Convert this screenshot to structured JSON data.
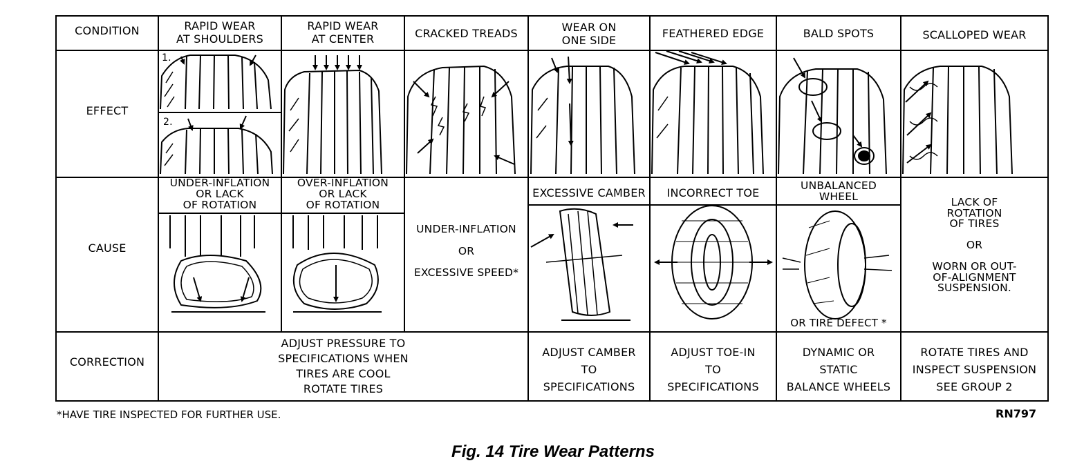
{
  "row_labels": {
    "condition": "CONDITION",
    "effect": "EFFECT",
    "cause": "CAUSE",
    "correction": "CORRECTION"
  },
  "conditions": [
    {
      "id": "shoulders",
      "label": "RAPID WEAR\nAT  SHOULDERS"
    },
    {
      "id": "center",
      "label": "RAPID WEAR\nAT CENTER"
    },
    {
      "id": "cracked",
      "label": "CRACKED TREADS"
    },
    {
      "id": "one_side",
      "label": "WEAR ON\nONE SIDE"
    },
    {
      "id": "feathered",
      "label": "FEATHERED EDGE"
    },
    {
      "id": "bald",
      "label": "BALD SPOTS"
    },
    {
      "id": "scalloped",
      "label": "SCALLOPED   WEAR"
    }
  ],
  "effect_markers": [
    "1.",
    "2."
  ],
  "causes": [
    {
      "id": "under_inflation",
      "label": "UNDER-INFLATION\nOR LACK\nOF ROTATION"
    },
    {
      "id": "over_inflation",
      "label": "OVER-INFLATION\nOR LACK\nOF ROTATION"
    },
    {
      "id": "cracked",
      "label": "UNDER-INFLATION\n\nOR\n\nEXCESSIVE SPEED*"
    },
    {
      "id": "camber",
      "label": "EXCESSIVE CAMBER"
    },
    {
      "id": "toe",
      "label": "INCORRECT TOE"
    },
    {
      "id": "unbalanced",
      "label": "UNBALANCED\nWHEEL"
    },
    {
      "id": "unbalanced_note",
      "label": "OR  TIRE   DEFECT *"
    },
    {
      "id": "scalloped",
      "label": "LACK   OF\nROTATION\nOF    TIRES\n\nOR\n\nWORN OR OUT-\nOF-ALIGNMENT\nSUSPENSION."
    }
  ],
  "corrections": [
    {
      "id": "pressure",
      "label": "ADJUST PRESSURE TO\nSPECIFICATIONS WHEN\nTIRES ARE COOL\n   ROTATE TIRES"
    },
    {
      "id": "camber",
      "label": "ADJUST CAMBER\nTO\nSPECIFICATIONS"
    },
    {
      "id": "toe",
      "label": "ADJUST TOE-IN\nTO\nSPECIFICATIONS"
    },
    {
      "id": "balance",
      "label": "DYNAMIC OR\nSTATIC\nBALANCE WHEELS"
    },
    {
      "id": "rotate",
      "label": "ROTATE TIRES AND\nINSPECT SUSPENSION\nSEE GROUP 2"
    }
  ],
  "footnote": "*HAVE TIRE INSPECTED FOR FURTHER USE.",
  "figure_code": "RN797",
  "caption": "Fig. 14 Tire Wear Patterns"
}
